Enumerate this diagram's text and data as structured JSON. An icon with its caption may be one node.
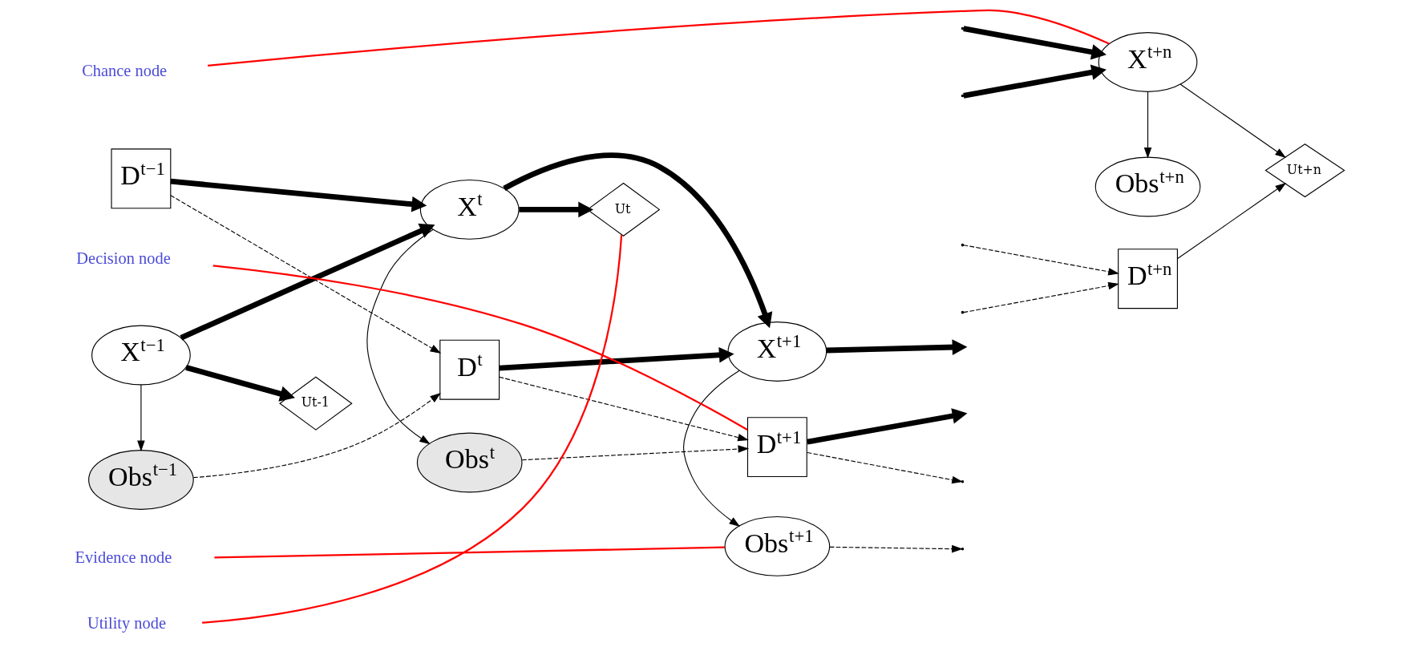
{
  "diagram": {
    "nodes": [
      {
        "text": [
          "D$^{t−1}$"
        ]
      },
      {
        "text": [
          "D$^{t}$"
        ]
      },
      {
        "text": [
          "D$^{t+1}$"
        ]
      },
      {
        "text": [
          "D$^{t+n}$"
        ]
      },
      {
        "text": [
          "X$^{t−1}$"
        ]
      },
      {
        "text": [
          "X$^{t}$"
        ]
      },
      {
        "text": [
          "X$^{t+1}$"
        ]
      },
      {
        "text": [
          "X$^{t+n}$"
        ]
      },
      {
        "text": [
          "Ut-1"
        ]
      },
      {
        "text": [
          "Ut"
        ]
      },
      {
        "text": [
          "Ut+n"
        ]
      },
      {
        "text": [
          "Obs$^{t−1}$"
        ]
      },
      {
        "text": [
          "Obs$^{t}$"
        ]
      },
      {
        "text": [
          "Obs$^{t+1}$"
        ]
      },
      {
        "text": [
          "Obs$^{t+n}$"
        ]
      },
      {
        "text": [
          "Decision node"
        ]
      },
      {
        "text": [
          "Chance node"
        ]
      },
      {
        "text": [
          "Utility node"
        ]
      },
      {
        "text": [
          "Evidence node"
        ]
      }
    ],
    "edges": [
      {
        "from": 0,
        "to": 1,
        "arrow": "to",
        "style": "dashed"
      },
      {
        "from": 1,
        "to": 2,
        "arrow": "to",
        "style": "dashed"
      },
      {
        "from": 2,
        "to": null,
        "arrow": "to",
        "style": "thick"
      },
      {
        "from": null,
        "to": 3,
        "arrow": "to",
        "style": "dashed"
      },
      {
        "from": 0,
        "to": 5,
        "arrow": "to",
        "style": "thick"
      },
      {
        "from": 1,
        "to": 6,
        "arrow": "to",
        "style": "thick"
      },
      {
        "from": 2,
        "to": null,
        "arrow": "to",
        "style": "dashed"
      },
      {
        "from": null,
        "to": 7,
        "arrow": "to",
        "style": "thick"
      },
      {
        "from": 3,
        "to": 10,
        "arrow": "to"
      },
      {
        "from": 4,
        "to": 5,
        "arrow": "to",
        "style": "thick"
      },
      {
        "from": 5,
        "to": 6,
        "arrow": "to",
        "style": "thick"
      },
      {
        "from": 6,
        "to": null,
        "arrow": "to",
        "style": "thick"
      },
      {
        "from": null,
        "to": 7,
        "arrow": "to",
        "style": "thick"
      },
      {
        "from": 7,
        "to": 10,
        "arrow": "to"
      },
      {
        "from": 4,
        "to": 8,
        "arrow": "to",
        "style": "thick"
      },
      {
        "from": 5,
        "to": 9,
        "arrow": "to",
        "style": "thick"
      },
      {
        "from": 4,
        "to": 11,
        "arrow": "to"
      },
      {
        "from": 5,
        "to": 12,
        "arrow": "to"
      },
      {
        "from": 6,
        "to": 13,
        "arrow": "to"
      },
      {
        "from": 7,
        "to": 14,
        "arrow": "to"
      },
      {
        "from": 11,
        "to": 1,
        "arrow": "to",
        "style": "dashed"
      },
      {
        "from": 12,
        "to": 2,
        "arrow": "to",
        "style": "dashed"
      },
      {
        "from": 13,
        "to": null,
        "arrow": "to",
        "style": "dashed"
      },
      {
        "from": null,
        "to": 3,
        "arrow": "to",
        "style": "dashed"
      },
      {
        "from": 15,
        "to": 2,
        "arrow": "none",
        "color": "#ff0000"
      },
      {
        "from": 16,
        "to": 7,
        "arrow": "none",
        "color": "#ff0000"
      },
      {
        "from": 17,
        "to": 9,
        "arrow": "none",
        "color": "#ff0000"
      },
      {
        "from": 18,
        "to": 13,
        "arrow": "none",
        "color": "#ff0000"
      }
    ]
  }
}
